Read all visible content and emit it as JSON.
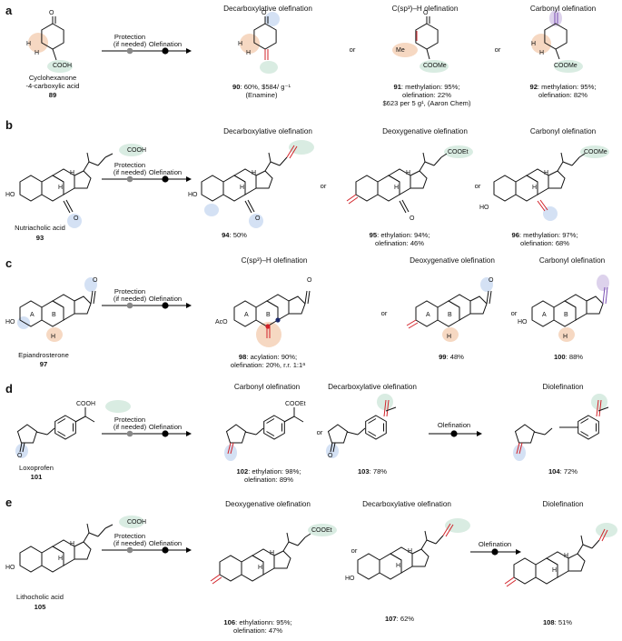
{
  "panels": {
    "a": {
      "label": "a",
      "start": {
        "name_line1": "Cyclohexanone",
        "name_line2": "-4-carboxylic acid",
        "number": "89"
      },
      "arrow": {
        "protection": "Protection",
        "protection_sub": "(if needed)",
        "olefination": "Olefination"
      },
      "headers": [
        "Decarboxylative olefination",
        "C(sp³)–H olefination",
        "Carbonyl olefination"
      ],
      "or": "or",
      "products": [
        {
          "number": "90",
          "line1": ": 60%, $584/ g⁻¹",
          "line2": "(Enamine)"
        },
        {
          "number": "91",
          "line1": ": methylation: 95%;",
          "line2": "olefination: 22%",
          "line3": "$623 per 5 g¹, (Aaron Chem)"
        },
        {
          "number": "92",
          "line1": ": methylation: 95%;",
          "line2": "olefination: 82%"
        }
      ],
      "atoms": {
        "o": "O",
        "h": "H",
        "cooh": "COOH",
        "me": "Me",
        "coome": "COOMe"
      }
    },
    "b": {
      "label": "b",
      "start": {
        "name": "Nutriacholic acid",
        "number": "93"
      },
      "arrow": {
        "protection": "Protection",
        "protection_sub": "(if needed)",
        "olefination": "Olefination"
      },
      "headers": [
        "Decarboxylative olefination",
        "Deoxygenative olefination",
        "Carbonyl olefination"
      ],
      "or": "or",
      "products": [
        {
          "number": "94",
          "line1": ": 50%"
        },
        {
          "number": "95",
          "line1": ": ethylation: 94%;",
          "line2": "olefination: 46%"
        },
        {
          "number": "96",
          "line1": ": methylation: 97%;",
          "line2": "olefination: 68%"
        }
      ],
      "atoms": {
        "ho": "HO",
        "cooh": "COOH",
        "cooet": "COOEt",
        "coome": "COOMe",
        "o": "O",
        "h": "H"
      }
    },
    "c": {
      "label": "c",
      "start": {
        "name": "Epiandrosterone",
        "number": "97"
      },
      "arrow": {
        "protection": "Protection",
        "protection_sub": "(if needed)",
        "olefination": "Olefination"
      },
      "headers": [
        "C(sp³)–H olefination",
        "Deoxygenative olefination",
        "Carbonyl olefination"
      ],
      "or": "or",
      "products": [
        {
          "number": "98",
          "line1": ": acylation: 90%;",
          "line2": "olefination: 20%, r.r. 1:1ᵃ"
        },
        {
          "number": "99",
          "line1": ": 48%"
        },
        {
          "number": "100",
          "line1": ": 88%"
        }
      ],
      "atoms": {
        "ho": "HO",
        "aco": "AcO",
        "o": "O",
        "h": "H",
        "ring_a": "A",
        "ring_b": "B"
      }
    },
    "d": {
      "label": "d",
      "start": {
        "name": "Loxoprofen",
        "number": "101"
      },
      "arrow": {
        "protection": "Protection",
        "protection_sub": "(if needed)",
        "olefination": "Olefination"
      },
      "headers": [
        "Carbonyl olefination",
        "Decarboxylative olefination",
        "Diolefination"
      ],
      "or": "or",
      "second_arrow": "Olefination",
      "products": [
        {
          "number": "102",
          "line1": ": ethylation: 98%;",
          "line2": "olefination: 89%"
        },
        {
          "number": "103",
          "line1": ": 78%"
        },
        {
          "number": "104",
          "line1": ": 72%"
        }
      ],
      "atoms": {
        "cooh": "COOH",
        "cooet": "COOEt",
        "o": "O"
      }
    },
    "e": {
      "label": "e",
      "start": {
        "name": "Lithocholic acid",
        "number": "105"
      },
      "arrow": {
        "protection": "Protection",
        "protection_sub": "(if needed)",
        "olefination": "Olefination"
      },
      "headers": [
        "Deoxygenative olefination",
        "Decarboxylative olefination",
        "Diolefination"
      ],
      "or": "or",
      "second_arrow": "Olefination",
      "products": [
        {
          "number": "106",
          "line1": ": ethylationn: 95%;",
          "line2": "olefination: 47%"
        },
        {
          "number": "107",
          "line1": ": 62%"
        },
        {
          "number": "108",
          "line1": ": 51%"
        }
      ],
      "atoms": {
        "ho": "HO",
        "cooh": "COOH",
        "cooet": "COOEt",
        "h": "H"
      }
    }
  },
  "colors": {
    "orange_highlight": "#f6d8c2",
    "green_highlight": "#d9ece2",
    "blue_highlight": "#d4e1f4",
    "purple_highlight": "#ddd2ec",
    "olefin_red": "#d2232a",
    "olefin_purple": "#7a4fb3",
    "arrow_grey": "#888888",
    "arrow_black": "#000000",
    "dot_navy": "#1d2a6b"
  }
}
